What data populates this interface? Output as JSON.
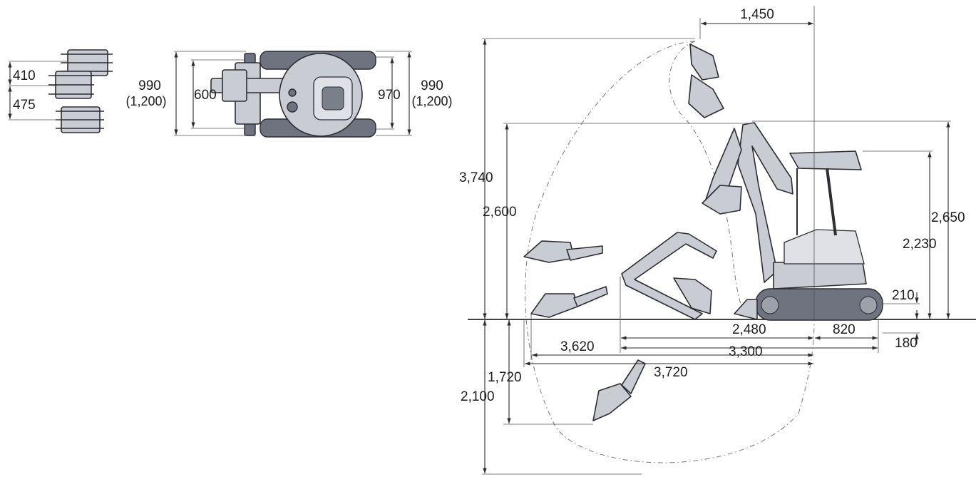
{
  "dimensions": {
    "blade_offset_upper": "410",
    "blade_offset_lower": "475",
    "top_overall_width": "990",
    "top_overall_width_alt": "(1,200)",
    "top_track_gauge": "600",
    "top_shoe_width": "970",
    "top_width_right": "990",
    "top_width_right_alt": "(1,200)",
    "tail_reach": "1,450",
    "max_reach_height": "3,740",
    "max_dump_height": "2,600",
    "overall_height": "2,650",
    "canopy_height": "2,230",
    "blade_lift": "210",
    "blade_drop": "180",
    "min_swing_radius": "2,480",
    "rear_blade_length": "820",
    "max_dig_reach_ground": "3,620",
    "transport_length": "3,300",
    "max_dig_reach": "3,720",
    "max_vertical_dig_depth": "1,720",
    "max_dig_depth": "2,100"
  },
  "colors": {
    "machine_fill": "#c9ccd3",
    "machine_dark": "#6f7380",
    "line": "#2a2a2a"
  }
}
